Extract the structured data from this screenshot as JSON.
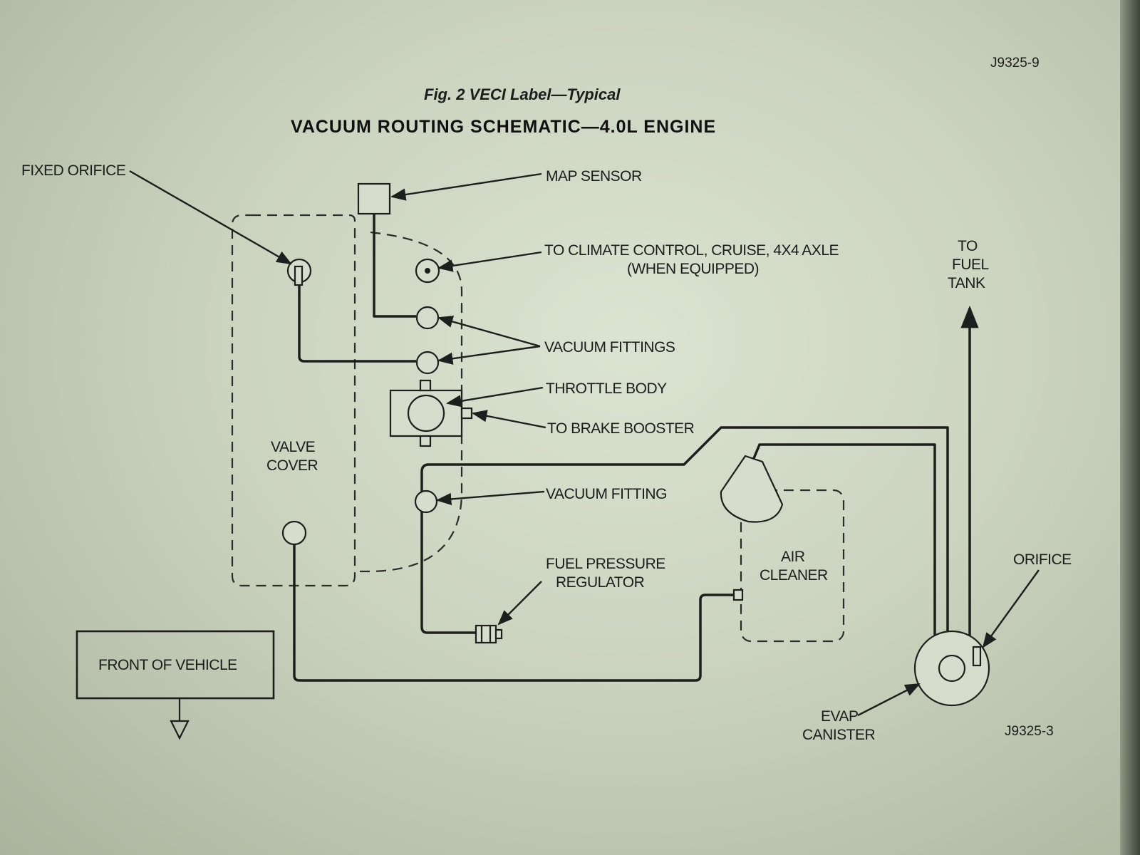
{
  "header": {
    "fig_caption": "Fig. 2 VECI Label—Typical",
    "schematic_title": "VACUUM ROUTING SCHEMATIC—4.0L ENGINE",
    "ref_top": "J9325-9",
    "ref_bottom": "J9325-3"
  },
  "labels": {
    "fixed_orifice": "FIXED ORIFICE",
    "map_sensor": "MAP SENSOR",
    "climate_line1": "TO CLIMATE CONTROL, CRUISE, 4X4 AXLE",
    "climate_line2": "(WHEN EQUIPPED)",
    "vacuum_fittings": "VACUUM FITTINGS",
    "throttle_body": "THROTTLE BODY",
    "brake_booster": "TO BRAKE BOOSTER",
    "valve_cover_line1": "VALVE",
    "valve_cover_line2": "COVER",
    "vacuum_fitting": "VACUUM FITTING",
    "fuel_pressure_line1": "FUEL PRESSURE",
    "fuel_pressure_line2": "REGULATOR",
    "air_cleaner_line1": "AIR",
    "air_cleaner_line2": "CLEANER",
    "front_of_vehicle": "FRONT OF VEHICLE",
    "to_fuel_tank_line1": "TO",
    "to_fuel_tank_line2": "FUEL",
    "to_fuel_tank_line3": "TANK",
    "orifice": "ORIFICE",
    "evap_line1": "EVAP",
    "evap_line2": "CANISTER"
  },
  "colors": {
    "ink": "#1c1f1c",
    "paper": "#cbd4bf"
  }
}
